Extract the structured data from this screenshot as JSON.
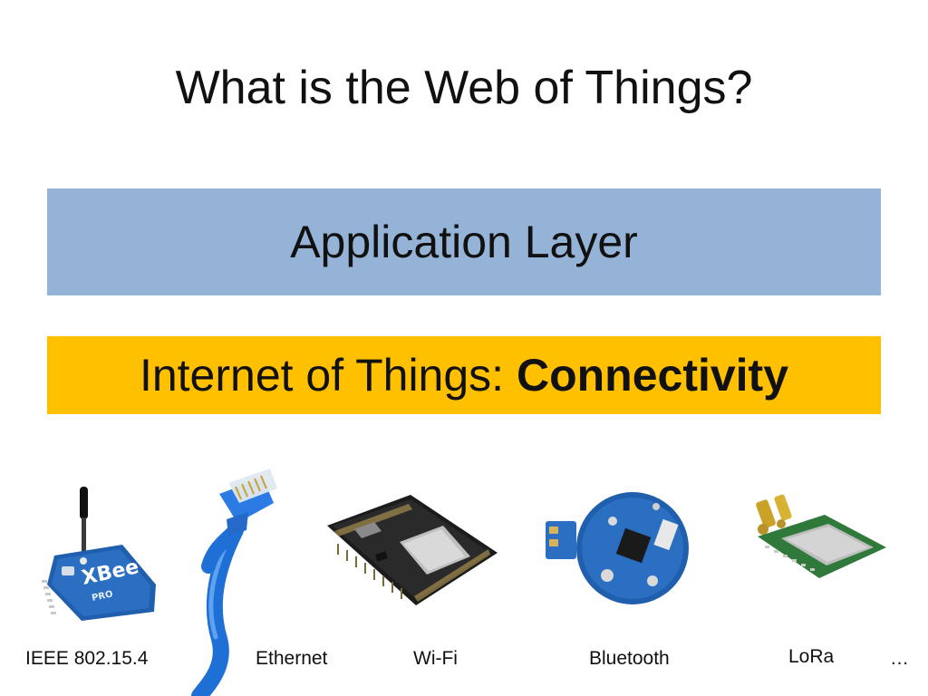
{
  "slide": {
    "title": "What is the Web of Things?",
    "application_layer": "Application Layer",
    "iot_prefix": "Internet of Things: ",
    "iot_emphasis": "Connectivity"
  },
  "devices": [
    {
      "label": "IEEE 802.15.4",
      "icon": "xbee-module-icon"
    },
    {
      "label": "Ethernet",
      "icon": "ethernet-cable-icon"
    },
    {
      "label": "Wi-Fi",
      "icon": "wifi-board-icon"
    },
    {
      "label": "Bluetooth",
      "icon": "bluetooth-board-icon"
    },
    {
      "label": "LoRa",
      "icon": "lora-module-icon"
    }
  ],
  "more_label": "…",
  "colors": {
    "application_band": "#95b3d7",
    "iot_band": "#ffc000",
    "pcb_blue": "#1f5fae",
    "pcb_black": "#1c1c1c",
    "cable_blue": "#1e6fd6",
    "lora_green": "#2f7a3a"
  }
}
